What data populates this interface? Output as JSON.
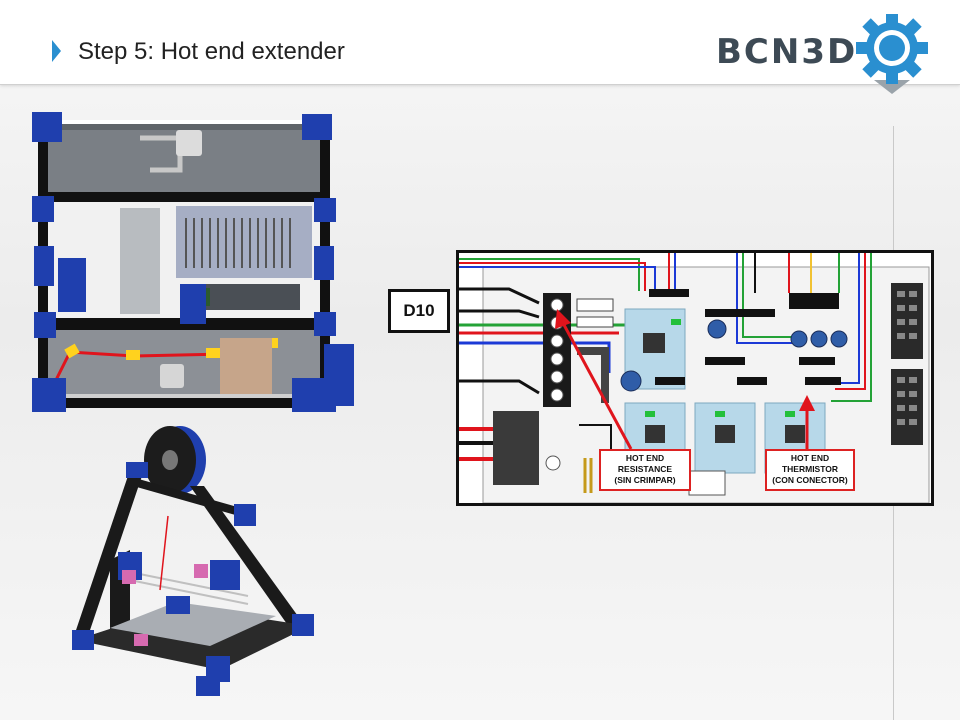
{
  "header": {
    "title": "Step 5: Hot end extender",
    "logo_text": "BCN3D",
    "accent_color": "#2a8fd0",
    "logo_color": "#3d4a55"
  },
  "labels": {
    "d10": "D10"
  },
  "callouts": {
    "resistance": {
      "line1": "HOT END",
      "line2": "RESISTANCE",
      "line3": "(SIN CRIMPAR)"
    },
    "thermistor": {
      "line1": "HOT END",
      "line2": "THERMISTOR",
      "line3": "(CON CONECTOR)"
    }
  },
  "colors": {
    "frame_blue": "#1f3fae",
    "wire_red": "#e0141c",
    "wire_green": "#23a236",
    "wire_blue": "#1b39d6"
  }
}
